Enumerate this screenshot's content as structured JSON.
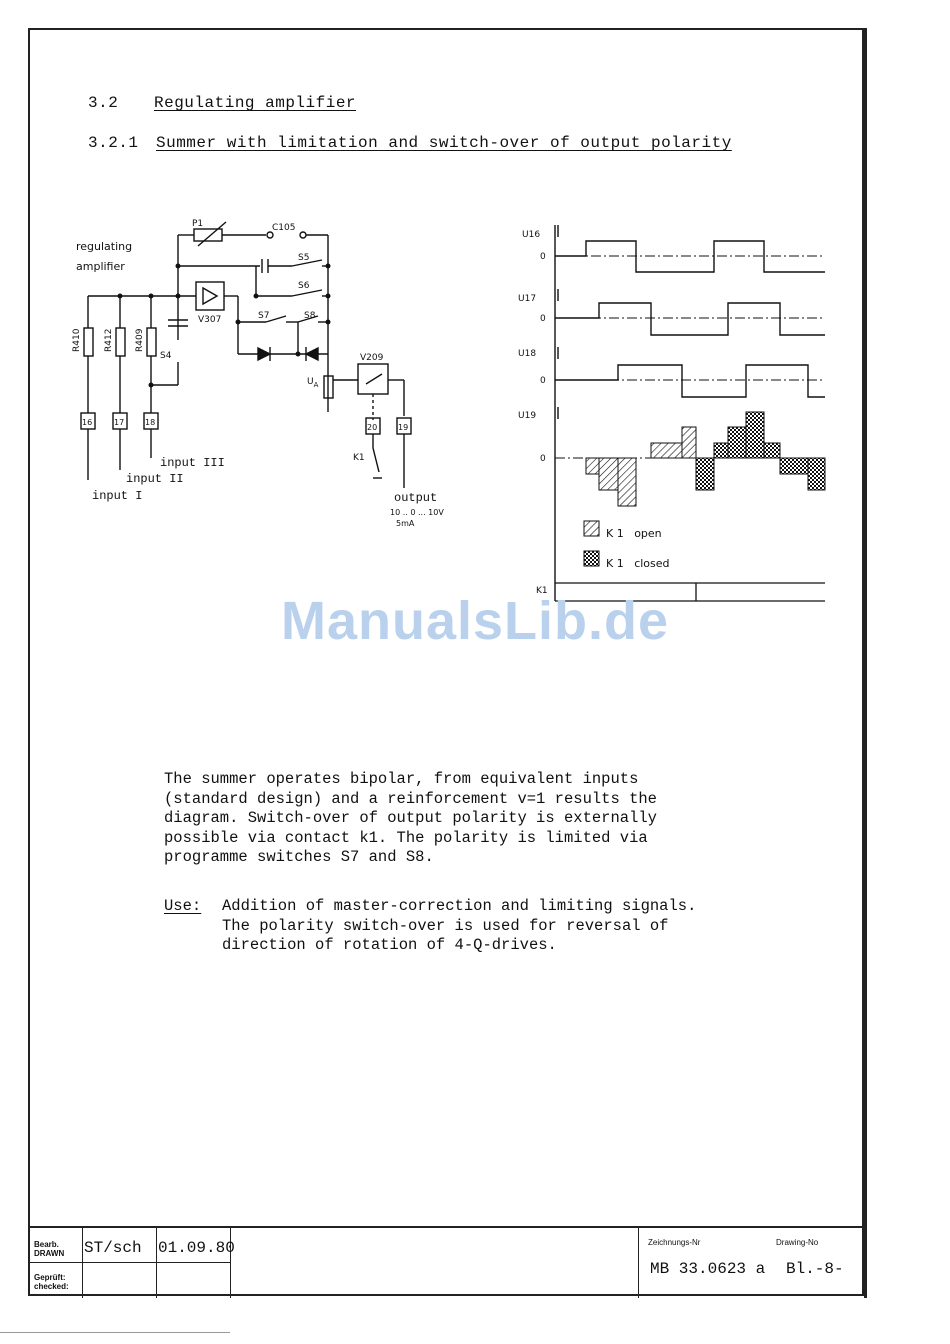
{
  "section": {
    "number": "3.2",
    "title": "Regulating amplifier"
  },
  "subsection": {
    "number": "3.2.1",
    "title": "Summer with limitation and switch-over of output polarity"
  },
  "schematic": {
    "labels": {
      "regulating": "regulating",
      "amplifier": "amplifier",
      "p1": "P1",
      "c105": "C105",
      "s5": "S5",
      "s6": "S6",
      "s7": "S7",
      "s8": "S8",
      "v307": "V307",
      "r410": "R410",
      "r412": "R412",
      "r409": "R409",
      "s4": "S4",
      "v209": "V209",
      "ua": "U",
      "ua_sub": "A",
      "t16": "16",
      "t17": "17",
      "t18": "18",
      "t20": "20",
      "t19": "19",
      "k1": "K1",
      "input3": "input III",
      "input2": "input II",
      "input1": "input I",
      "output": "output",
      "output_range": "10 .. 0 ... 10V",
      "output_current": "5mA"
    }
  },
  "timing": {
    "labels": {
      "u16": "U16",
      "u17": "U17",
      "u18": "U18",
      "u19": "U19",
      "zero": "0",
      "k1": "K1",
      "legend_open": "K 1   open",
      "legend_closed": "K 1   closed"
    }
  },
  "watermark": "ManualsLib.de",
  "description": "The summer operates bipolar, from equivalent inputs\n(standard design) and a reinforcement v=1 results the\ndiagram. Switch-over of output polarity is externally\npossible via contact k1. The polarity is limited via\nprogramme switches S7 and S8.",
  "use": {
    "label": "Use:",
    "text": "Addition of master-correction and limiting signals.\nThe polarity switch-over is used for reversal of\ndirection of rotation of 4-Q-drives."
  },
  "title_block": {
    "drawn_label_de": "Bearb.",
    "drawn_label_en": "DRAWN",
    "drawn_value": "ST/sch",
    "date_value": "01.09.80",
    "checked_label_de": "Geprüft:",
    "checked_label_en": "checked:",
    "drawing_no_label_de": "Zeichnungs-Nr",
    "drawing_no_label_en": "Drawing-No",
    "drawing_no_value": "MB 33.0623 a",
    "sheet_value": "Bl.-8-"
  }
}
